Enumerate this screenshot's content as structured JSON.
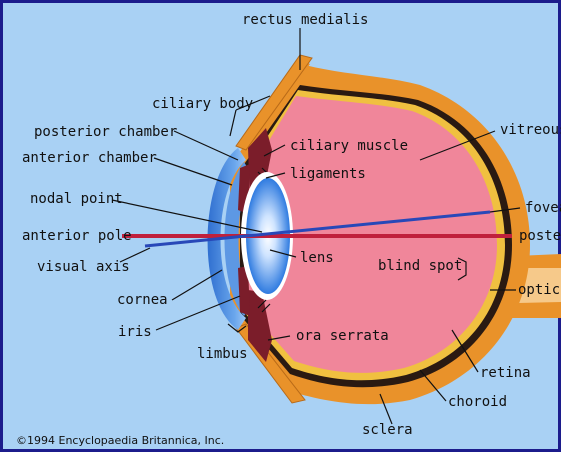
{
  "colors": {
    "background": "#a9d1f4",
    "frame": "#1c1c8c",
    "sclera": "#e9922a",
    "choroid": "#2a1a12",
    "vitreous": "#f0869a",
    "ciliary": "#7b1d2a",
    "optical_axis": "#c0203c",
    "visual_axis": "#2848b8",
    "cornea": "#3f7fd6",
    "lens": "#2f7be0"
  },
  "labels": {
    "rectus_medialis": "rectus medialis",
    "ciliary_body": "ciliary body",
    "posterior_chamber": "posterior chamber",
    "anterior_chamber": "anterior chamber",
    "nodal_point": "nodal point",
    "anterior_pole": "anterior pole",
    "visual_axis": "visual axis",
    "cornea": "cornea",
    "iris": "iris",
    "limbus": "limbus",
    "ciliary_muscle": "ciliary muscle",
    "ligaments": "ligaments",
    "vitreous": "vitreous",
    "fovea": "fovea",
    "posterior": "poster",
    "lens": "lens",
    "blind_spot": "blind spot",
    "optic": "optic",
    "ora_serrata": "ora serrata",
    "retina": "retina",
    "choroid": "choroid",
    "sclera": "sclera"
  },
  "credit": "©1994 Encyclopaedia Britannica, Inc."
}
